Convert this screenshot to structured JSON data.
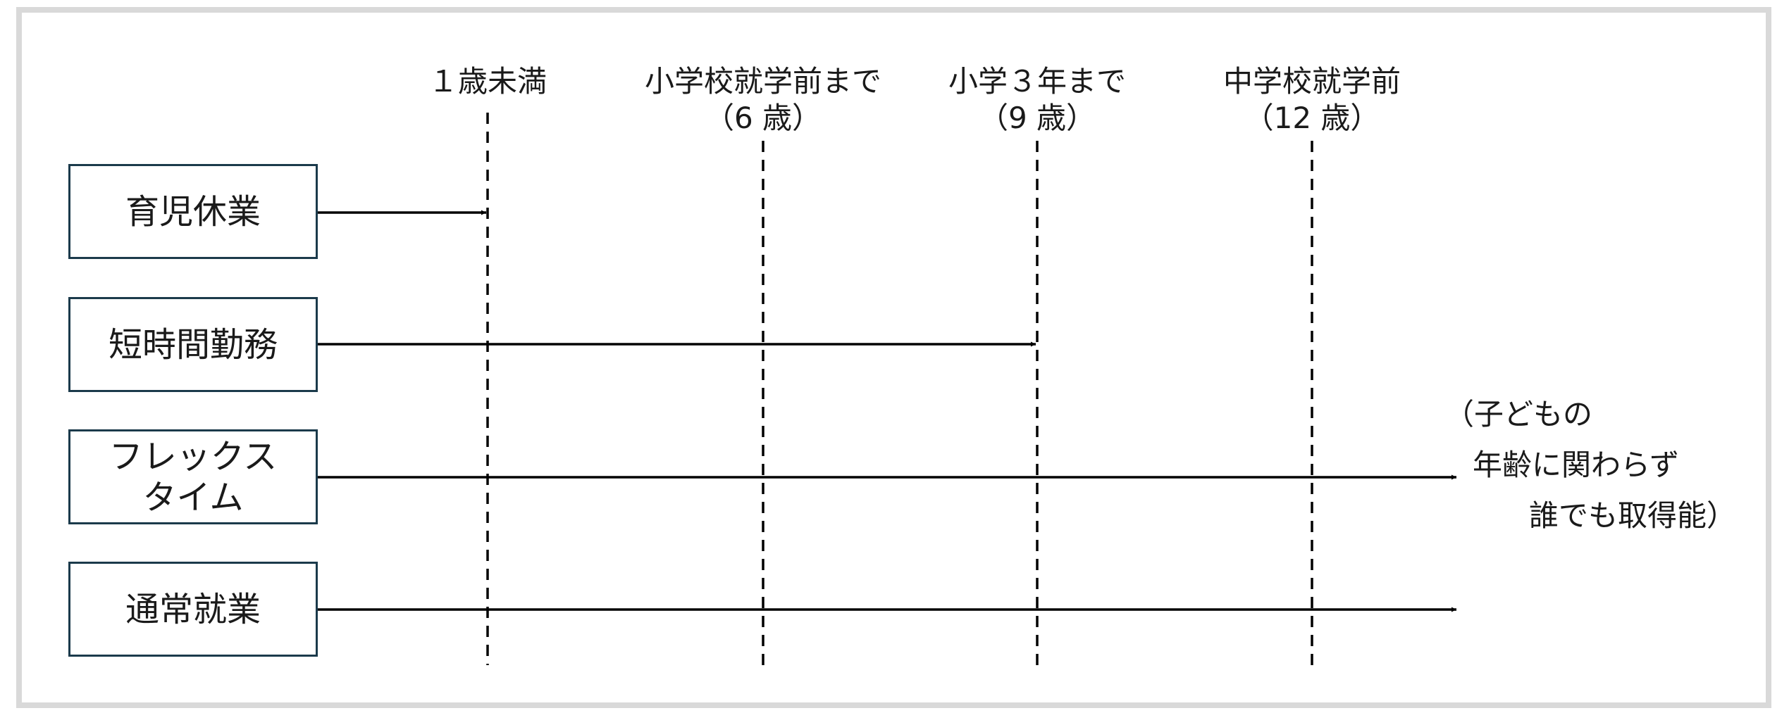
{
  "milestones": [
    {
      "line1": "１歳未満",
      "line2": ""
    },
    {
      "line1": "小学校就学前まで",
      "line2": "（6 歳）"
    },
    {
      "line1": "小学３年まで",
      "line2": "（9 歳）"
    },
    {
      "line1": "中学校就学前",
      "line2": "（12 歳）"
    }
  ],
  "rows": [
    {
      "label_line1": "育児休業",
      "label_line2": ""
    },
    {
      "label_line1": "短時間勤務",
      "label_line2": ""
    },
    {
      "label_line1": "フレックス",
      "label_line2": "タイム"
    },
    {
      "label_line1": "通常就業",
      "label_line2": ""
    }
  ],
  "note": {
    "line1": "（子どもの",
    "line2": "年齢に関わらず",
    "line3": "誰でも取得能）"
  },
  "colors": {
    "box_border": "#1b3a4b",
    "line": "#000000",
    "frame": "#d9d9d9"
  }
}
